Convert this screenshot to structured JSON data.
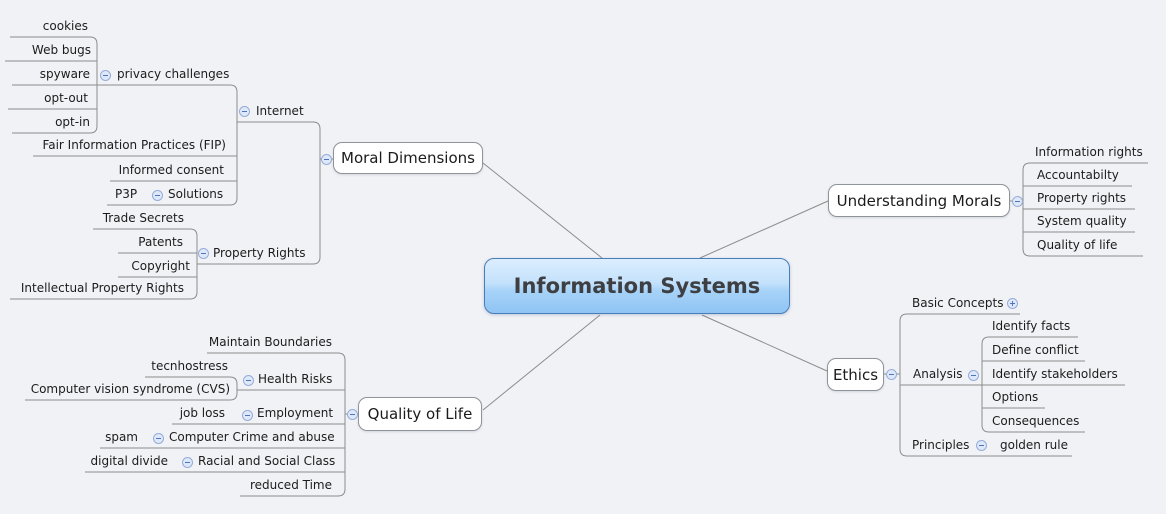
{
  "root": {
    "label": "Information Systems"
  },
  "moral_dimensions": {
    "label": "Moral Dimensions",
    "internet": {
      "label": "Internet",
      "privacy_challenges": {
        "label": "privacy challenges",
        "items": [
          "cookies",
          "Web bugs",
          "spyware",
          "opt-out",
          "opt-in"
        ]
      },
      "items": [
        "Fair Information Practices (FIP)",
        "Informed consent"
      ],
      "solutions": {
        "label": "Solutions",
        "items": [
          "P3P"
        ]
      }
    },
    "property_rights": {
      "label": "Property Rights",
      "items": [
        "Trade Secrets",
        "Patents",
        "Copyright",
        "Intellectual Property Rights"
      ]
    }
  },
  "understanding_morals": {
    "label": "Understanding Morals",
    "items": [
      "Information rights",
      "Accountabilty",
      "Property rights",
      "System quality",
      "Quality of life"
    ]
  },
  "ethics": {
    "label": "Ethics",
    "basic_concepts": {
      "label": "Basic Concepts"
    },
    "analysis": {
      "label": "Analysis",
      "items": [
        "Identify facts",
        "Define conflict",
        "Identify stakeholders",
        "Options",
        "Consequences"
      ]
    },
    "principles": {
      "label": "Principles",
      "items": [
        "golden rule"
      ]
    }
  },
  "quality_of_life": {
    "label": "Quality of Life",
    "maintain_boundaries": "Maintain Boundaries",
    "health_risks": {
      "label": "Health Risks",
      "items": [
        "tecnhostress",
        "Computer vision syndrome (CVS)"
      ]
    },
    "employment": {
      "label": "Employment",
      "items": [
        "job loss"
      ]
    },
    "computer_crime": {
      "label": "Computer Crime and abuse",
      "items": [
        "spam"
      ]
    },
    "racial_social_class": {
      "label": "Racial and Social Class",
      "items": [
        "digital divide"
      ]
    },
    "reduced_time": "reduced Time"
  },
  "colors": {
    "canvas_bg": "#f1f2f6",
    "line": "#8c8c8c",
    "root_border": "#4a7db6",
    "root_fill_top": "#dceefe",
    "root_fill_bottom": "#8fc4f4",
    "toggle_fill": "#dde9fb",
    "toggle_border": "#97abd6"
  }
}
